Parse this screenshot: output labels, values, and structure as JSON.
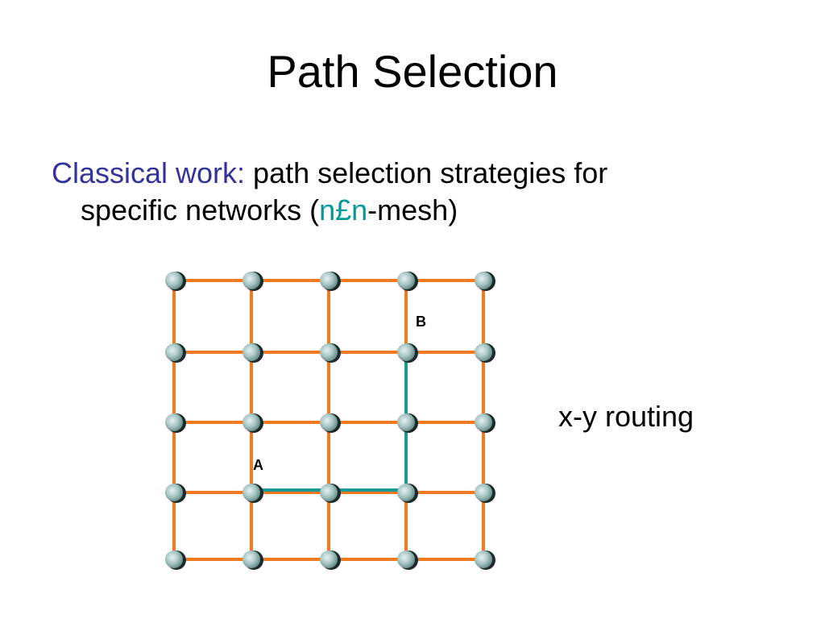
{
  "slide": {
    "title": "Path Selection",
    "bullet": {
      "lead": "Classical work:",
      "text1": " path selection strategies for",
      "text2a": "specific networks (",
      "math": "n£n",
      "text2b": "-mesh)"
    },
    "caption": "x-y routing"
  },
  "diagram": {
    "rows": 5,
    "cols": 5,
    "node_a_label": "A",
    "node_b_label": "B",
    "colors": {
      "edge": "#f07a22",
      "path": "#1a9a92",
      "node_fill": "#a9c8c8",
      "node_shadow": "#1f2a2a"
    },
    "path": {
      "from": "A",
      "to": "B",
      "route": "x-y"
    }
  }
}
